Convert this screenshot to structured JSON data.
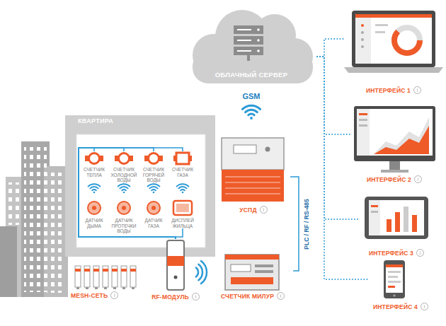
{
  "diagram": {
    "nodes": [
      {
        "text": [
          "ОБЛАЧНЫЙ СЕРВЕР"
        ]
      },
      {
        "text": [
          "ИНТЕРФЕЙС 1",
          "i"
        ]
      },
      {
        "text": [
          "ИНТЕРФЕЙС 2",
          "i"
        ]
      },
      {
        "text": [
          "ИНТЕРФЕЙС 3",
          "i"
        ]
      },
      {
        "text": [
          "ИНТЕРФЕЙС 4",
          "i"
        ]
      },
      {
        "text": [
          "УСПД",
          "i"
        ]
      },
      {
        "text": [
          "КВАРТИРА"
        ]
      },
      {
        "text": [
          "СЧЕТЧИК ТЕПЛА"
        ],
        "in": 6
      },
      {
        "text": [
          "СЧЕТЧИК ХОЛОДНОЙ ВОДЫ"
        ],
        "in": 6
      },
      {
        "text": [
          "СЧЕТЧИК ГОРЯЧЕЙ ВОДЫ"
        ],
        "in": 6
      },
      {
        "text": [
          "СЧЕТЧИК ГАЗА"
        ],
        "in": 6
      },
      {
        "text": [
          "ДАТЧИК ДЫМА"
        ],
        "in": 6
      },
      {
        "text": [
          "ДАТЧИК ПРОТЕЧКИ ВОДЫ"
        ],
        "in": 6
      },
      {
        "text": [
          "ДАТЧИК ГАЗА"
        ],
        "in": 6
      },
      {
        "text": [
          "ДИСПЛЕЙ ЖИЛЬЦА"
        ],
        "in": 6
      },
      {
        "text": [
          "RF-МОДУЛЬ",
          "i"
        ]
      },
      {
        "text": [
          "MESH-СЕТЬ",
          "i"
        ]
      },
      {
        "text": [
          "СЧЕТЧИК МИЛУР",
          "i"
        ]
      }
    ],
    "edges": [
      {
        "from": 0,
        "to": 1,
        "arrow": "none"
      },
      {
        "from": 0,
        "to": 2,
        "arrow": "none"
      },
      {
        "from": 0,
        "to": 3,
        "arrow": "none"
      },
      {
        "from": 0,
        "to": 4,
        "arrow": "none"
      },
      {
        "from": 7,
        "to": 15,
        "arrow": "none"
      },
      {
        "from": 8,
        "to": 15,
        "arrow": "none"
      },
      {
        "from": 9,
        "to": 15,
        "arrow": "none"
      },
      {
        "from": 10,
        "to": 15,
        "arrow": "none"
      },
      {
        "from": 14,
        "to": 15,
        "arrow": "none"
      },
      {
        "from": 17,
        "to": 5,
        "label": "PLC / RF / RS-485",
        "arrow": "none"
      }
    ],
    "labels": [
      "GSM"
    ]
  }
}
